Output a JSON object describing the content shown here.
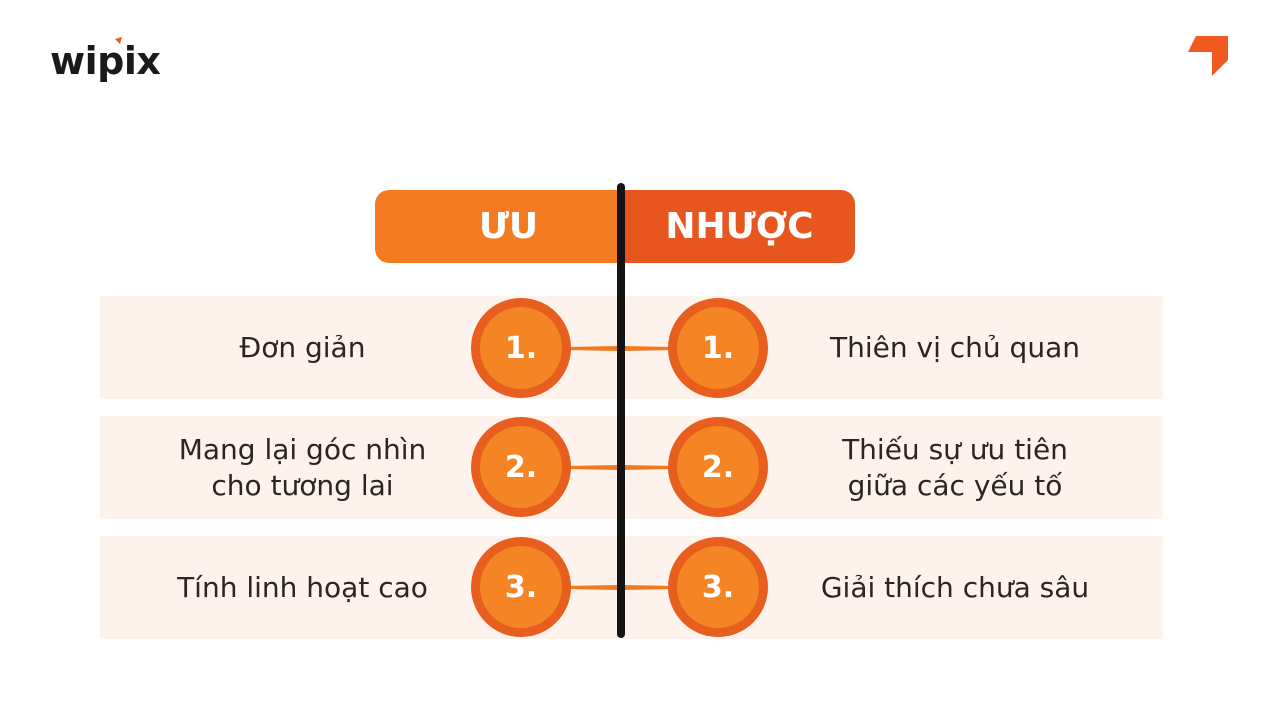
{
  "brand": {
    "logo_text": "wipix",
    "accent_color": "#F05A1E",
    "corner_icon": "orange-arrow-corner-icon"
  },
  "header": {
    "pros_label": "ƯU",
    "cons_label": "NHƯỢC",
    "pros_color": "#F47B22",
    "cons_color": "#E8561F"
  },
  "rows": [
    {
      "number_left": "1.",
      "pro": "Đơn giản",
      "number_right": "1.",
      "con": "Thiên vị chủ quan"
    },
    {
      "number_left": "2.",
      "pro": "Mang lại góc nhìn\ncho tương lai",
      "number_right": "2.",
      "con": "Thiếu sự ưu tiên\ngiữa các yếu tố"
    },
    {
      "number_left": "3.",
      "pro": "Tính linh hoạt cao",
      "number_right": "3.",
      "con": "Giải thích chưa sâu"
    }
  ],
  "colors": {
    "row_background": "#FDF2EC",
    "circle_outer": "#E85E1E",
    "circle_inner": "#F58524",
    "divider": "#141414",
    "text": "#2b2624"
  }
}
